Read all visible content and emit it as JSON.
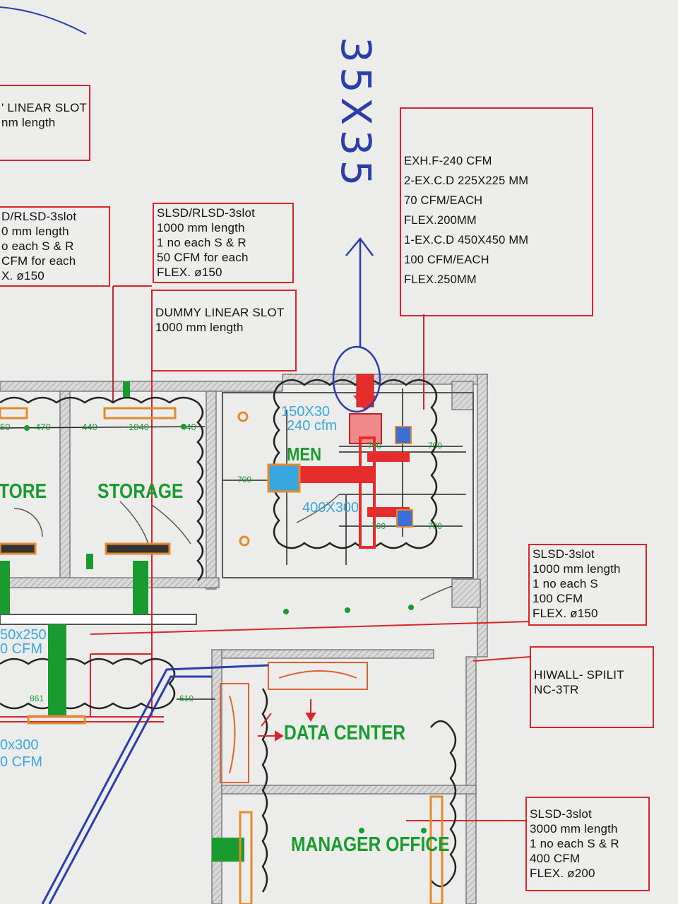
{
  "colors": {
    "paper": "#ececea",
    "red_line": "#d7262b",
    "wall": "#8c8c8c",
    "room_label": "#1a9b2f",
    "handwriting": "#2b3ea8",
    "cyan_text": "#3aa6df",
    "duct_orange": "#e58a2c",
    "supply_red": "#e52d2d"
  },
  "handwritten": {
    "duct_size": "35X35"
  },
  "notes": {
    "top_left_partial": [
      "' LINEAR SLOT",
      "nm length"
    ],
    "left_partial": [
      "D/RLSD-3slot",
      "0 mm length",
      "o each S & R",
      "CFM for each",
      "X. ø150"
    ],
    "storage_slsd": [
      "SLSD/RLSD-3slot",
      "1000 mm length",
      "1 no each S & R",
      "50 CFM for each",
      "FLEX. ø150"
    ],
    "dummy_slot": [
      "DUMMY LINEAR SLOT",
      "1000 mm length"
    ],
    "exhaust": [
      "EXH.F-240 CFM",
      "2-EX.C.D 225X225 MM",
      "70 CFM/EACH",
      "FLEX.200MM",
      "1-EX.C.D 450X450 MM",
      "100 CFM/EACH",
      "FLEX.250MM"
    ],
    "slsd_corridor": [
      "SLSD-3slot",
      "1000 mm length",
      "1 no each S",
      "100 CFM",
      "FLEX. ø150"
    ],
    "hiwall": [
      "HIWALL- SPILIT",
      "NC-3TR"
    ],
    "slsd_manager": [
      "SLSD-3slot",
      "3000 mm length",
      "1 no each S & R",
      "400 CFM",
      "FLEX. ø200"
    ]
  },
  "rooms": {
    "store": "TORE",
    "storage": "STORAGE",
    "men_toilet": "MEN",
    "data_center": "DATA CENTER",
    "manager_office": "MANAGER OFFICE"
  },
  "cyan_labels": {
    "exhaust_fan": "150X30",
    "exhaust_cfm": "240 cfm",
    "grille": "400X300",
    "left_grille_1": "50x250",
    "left_cfm_1": "0 CFM",
    "left_grille_2": "0x300",
    "left_cfm_2": "0 CFM"
  },
  "dimensions": {
    "d470": "470",
    "d440a": "440",
    "d1040": "1040",
    "d440b": "440",
    "d50": "50",
    "d700a": "700",
    "d700b": "700",
    "d700c": "700",
    "d700d": "700",
    "d700e": "700",
    "d861": "861",
    "d610": "610"
  }
}
